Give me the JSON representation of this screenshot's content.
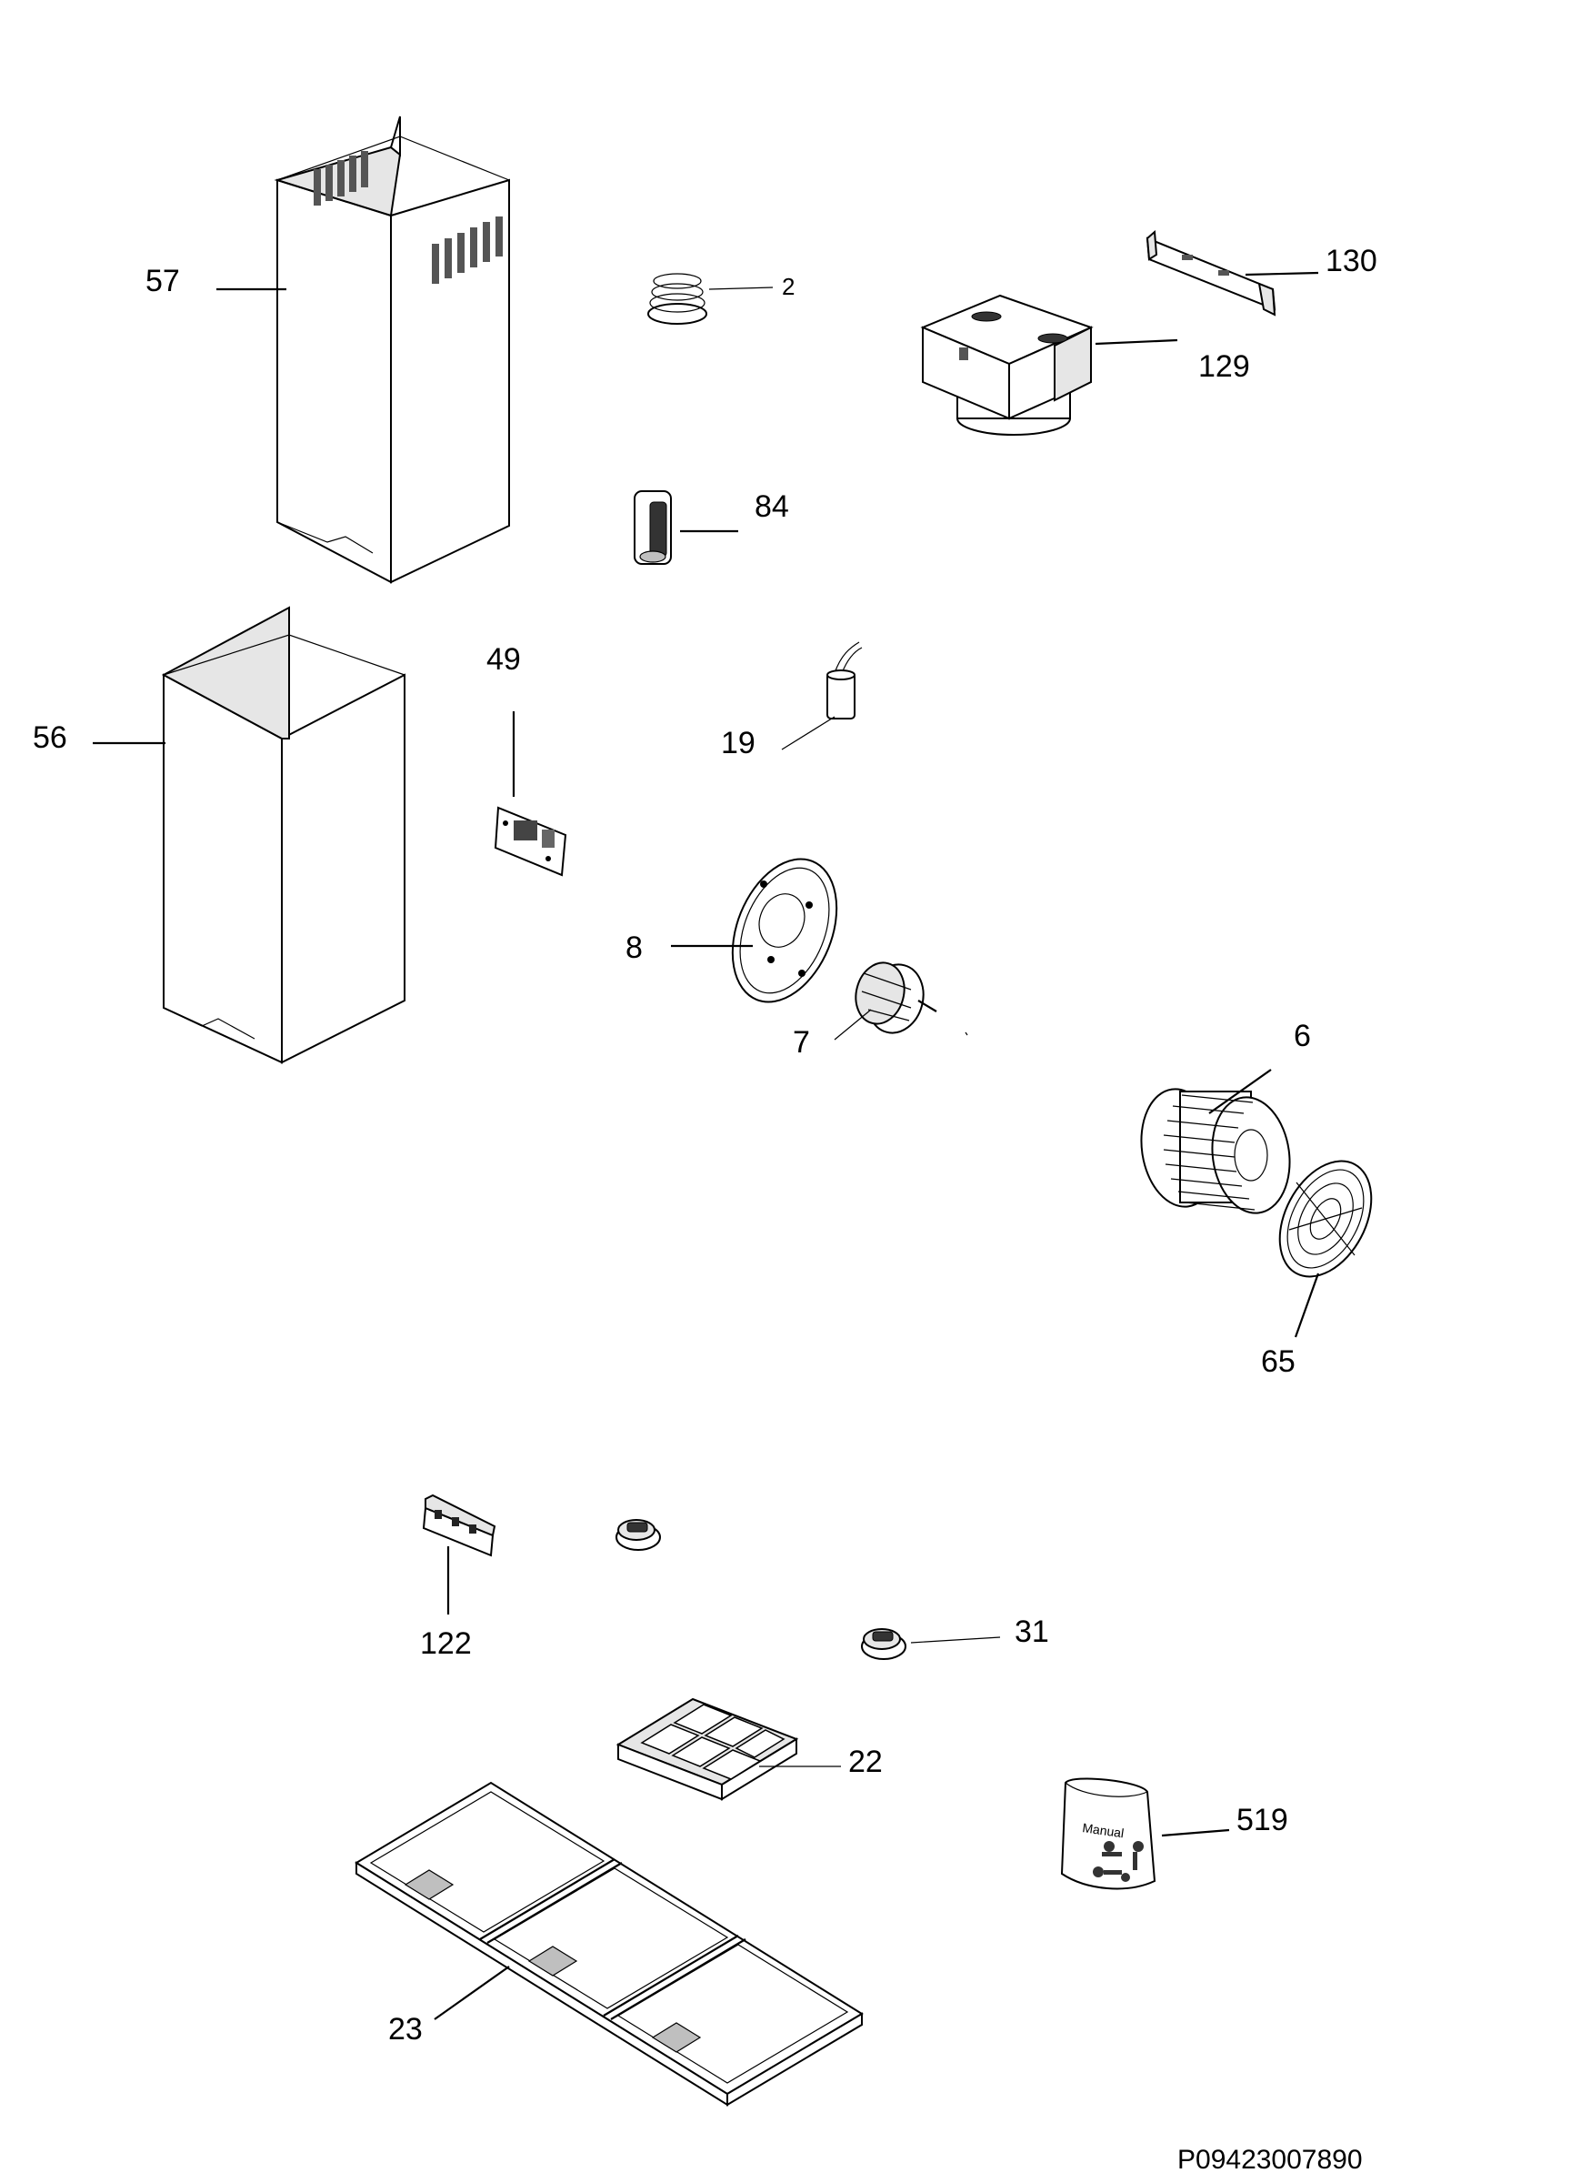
{
  "diagram": {
    "document_code": "P09423007890",
    "parts": [
      {
        "id": "57",
        "label": "57"
      },
      {
        "id": "2",
        "label": "2"
      },
      {
        "id": "130",
        "label": "130"
      },
      {
        "id": "129",
        "label": "129"
      },
      {
        "id": "84",
        "label": "84"
      },
      {
        "id": "56",
        "label": "56"
      },
      {
        "id": "49",
        "label": "49"
      },
      {
        "id": "19",
        "label": "19"
      },
      {
        "id": "8",
        "label": "8"
      },
      {
        "id": "7",
        "label": "7"
      },
      {
        "id": "6",
        "label": "6"
      },
      {
        "id": "65",
        "label": "65"
      },
      {
        "id": "122",
        "label": "122"
      },
      {
        "id": "31",
        "label": "31"
      },
      {
        "id": "22",
        "label": "22"
      },
      {
        "id": "519",
        "label": "519"
      },
      {
        "id": "23",
        "label": "23"
      }
    ],
    "bag_text": "Manual"
  }
}
